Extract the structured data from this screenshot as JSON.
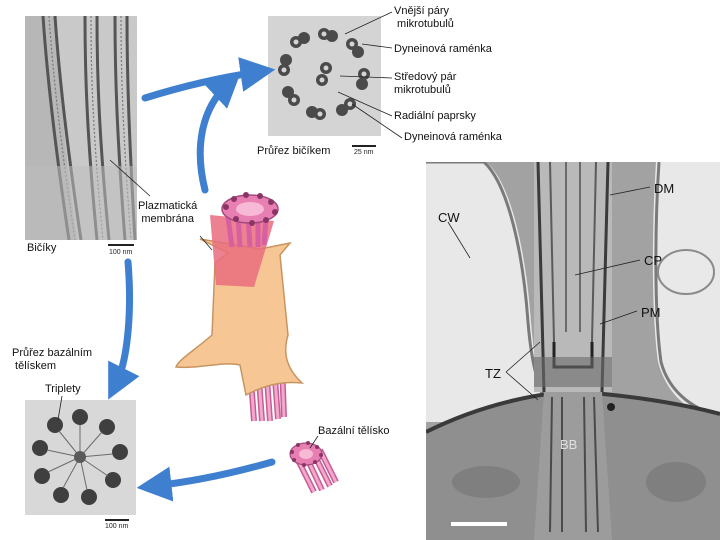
{
  "labels": {
    "outer_pairs": "Vnější páry\n mikrotubulů",
    "dynein_arms_1": "Dyneinová raménka",
    "central_pair": "Středový pár\nmikrotubulů",
    "radial_spokes": "Radiální paprsky",
    "dynein_arms_2": "Dyneinová raménka",
    "cross_section_flagellum": "Průřez bičíkem",
    "plasma_membrane": "Plazmatická\nmembrána",
    "flagella": "Bičíky",
    "cross_section_basal_body": "Průřez bazálním\n tělískem",
    "triplets": "Triplety",
    "basal_body": "Bazální tělísko"
  },
  "scale_bars": {
    "top": "25 nm",
    "left": "100 nm",
    "bottom": "100 nm"
  },
  "micrograph_labels": {
    "dm": "DM",
    "cw": "CW",
    "cp": "CP",
    "pm": "PM",
    "tz": "TZ",
    "bb": "BB"
  },
  "colors": {
    "arrow_blue": "#3f7fd0",
    "flagellum_orange": "#f6c794",
    "microtubule_pink": "#e77fb3"
  }
}
